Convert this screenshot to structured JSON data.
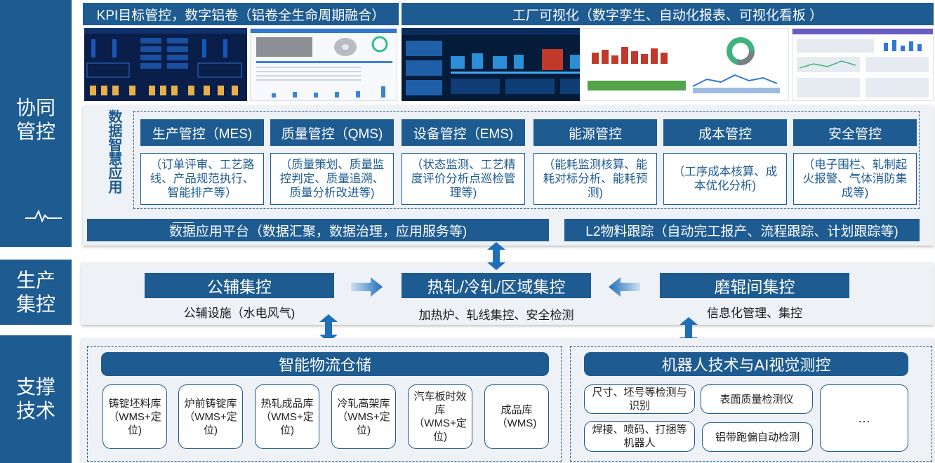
{
  "sections": {
    "top": "协同\n管控",
    "mid": "生产\n集控",
    "bottom": "支撑\n技术"
  },
  "headers": {
    "kpi": "KPI目标管控，数字铝卷（铝卷全生命周期融合）",
    "factory": "工厂可视化（数字孪生、自动化报表、可视化看板 ）"
  },
  "data_app_label": "数据智慧应用",
  "modules": [
    {
      "title": "生产管控（MES)",
      "desc": "（订单评审、工艺路线、产品规范执行、智能排产等）"
    },
    {
      "title": "质量管控（QMS)",
      "desc": "（质量策划、质量监控判定、质量追溯、质量分析改进等)"
    },
    {
      "title": "设备管控（EMS)",
      "desc": "（状态监测、工艺精度评价分析点巡检管理等)"
    },
    {
      "title": "能源管控",
      "desc": "（能耗监测核算、能耗对标分析、能耗预测)"
    },
    {
      "title": "成本管控",
      "desc": "（工序成本核算、成本优化分析)"
    },
    {
      "title": "安全管控",
      "desc": "（电子围栏、轧制起火报警、气体消防集成等)"
    }
  ],
  "platform": "数据应用平台（数据汇聚，数据治理，应用服务等)",
  "l2": "L2物料跟踪（自动完工报产、流程跟踪、计划跟踪等)",
  "control": {
    "left": {
      "title": "公辅集控",
      "desc": "公辅设施（水电风气)"
    },
    "center": {
      "title": "热轧/冷轧/区域集控",
      "desc": "加热炉、轧线集控、安全检测"
    },
    "right": {
      "title": "磨辊间集控",
      "desc": "信息化管理、集控"
    }
  },
  "logistics": {
    "title": "智能物流仓储",
    "items": [
      "铸锭坯料库（WMS+定位)",
      "炉前铸锭库（WMS+定位)",
      "热轧成品库（WMS+定位)",
      "冷轧高架库（WMS+定位)",
      "汽车板时效库（WMS+定位)",
      "成品库（WMS)"
    ]
  },
  "robot": {
    "title": "机器人技术与AI视觉测控",
    "items": [
      "尺寸、坯号等检测与识别",
      "表面质量检测仪",
      "焊接、喷码、打捆等机器人",
      "铝带跑偏自动检测",
      "…"
    ]
  },
  "colors": {
    "primary": "#1d5b91",
    "arrow": "#1e6fb8",
    "panel": "#eef1f5"
  },
  "icons": {
    "pulse": "pulse-line-icon",
    "arrow_v": "double-arrow-vertical-icon",
    "arrow_r": "arrow-right-icon",
    "arrow_l": "arrow-left-icon"
  }
}
